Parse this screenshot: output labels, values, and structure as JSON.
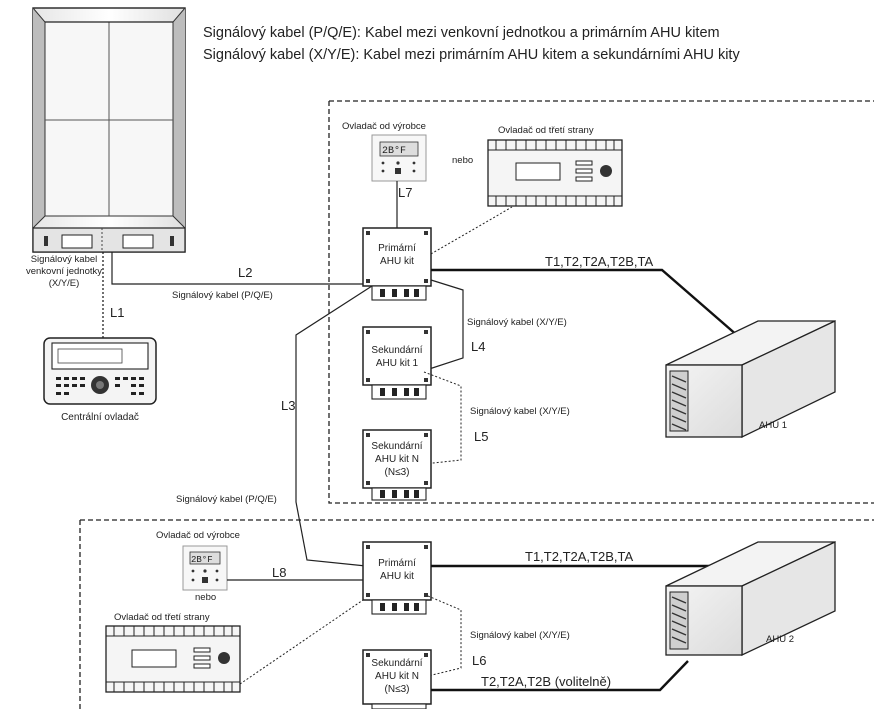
{
  "legend": {
    "line1": "Signálový kabel (P/Q/E): Kabel mezi venkovní jednotkou a primárním AHU kitem",
    "line2": "Signálový kabel (X/Y/E): Kabel mezi primárním AHU kitem a sekundárními AHU kity"
  },
  "outdoor_unit": {
    "signal_label_1": "Signálový kabel",
    "signal_label_2": "venkovní jednotky",
    "signal_label_3": "(X/Y/E)"
  },
  "central_controller": {
    "label": "Centrální ovladač"
  },
  "lines": {
    "L1": "L1",
    "L2": "L2",
    "L3": "L3",
    "L4": "L4",
    "L5": "L5",
    "L6": "L6",
    "L7": "L7",
    "L8": "L8"
  },
  "cables": {
    "pqe": "Signálový kabel (P/Q/E)",
    "xye": "Signálový kabel (X/Y/E)"
  },
  "group1": {
    "manufacturer_controller": "Ovladač od výrobce",
    "or_label": "nebo",
    "third_party_controller": "Ovladač od třetí strany",
    "primary_kit": [
      "Primární",
      "AHU kit"
    ],
    "secondary_kit_1": [
      "Sekundární",
      "AHU kit 1"
    ],
    "secondary_kit_n": [
      "Sekundární",
      "AHU kit N",
      "(N≤3)"
    ],
    "sensors": "T1,T2,T2A,T2B,TA",
    "ahu_label": "AHU 1"
  },
  "group2": {
    "manufacturer_controller": "Ovladač od výrobce",
    "or_label": "nebo",
    "third_party_controller": "Ovladač od třetí strany",
    "primary_kit": [
      "Primární",
      "AHU kit"
    ],
    "secondary_kit_n": [
      "Sekundární",
      "AHU kit N",
      "(N≤3)"
    ],
    "sensors": "T1,T2,T2A,T2B,TA",
    "sensors_optional": "T2,T2A,T2B (volitelně)",
    "ahu_label": "AHU 2"
  }
}
